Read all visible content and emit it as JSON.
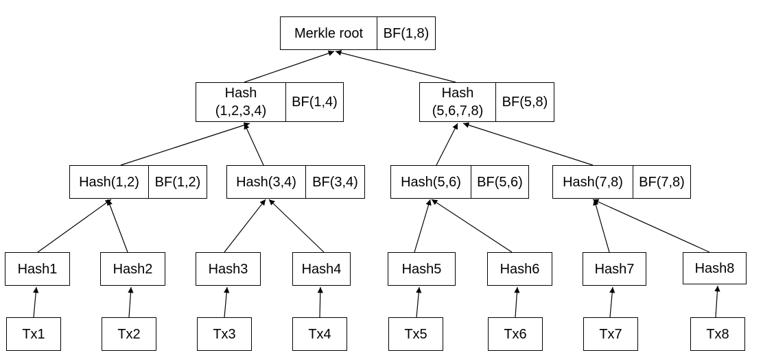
{
  "root": {
    "hash_label": "Merkle root",
    "bf_label": "BF(1,8)"
  },
  "level2": [
    {
      "hash_line1": "Hash",
      "hash_line2": "(1,2,3,4)",
      "bf_label": "BF(1,4)"
    },
    {
      "hash_line1": "Hash",
      "hash_line2": "(5,6,7,8)",
      "bf_label": "BF(5,8)"
    }
  ],
  "level3": [
    {
      "hash_label": "Hash(1,2)",
      "bf_label": "BF(1,2)"
    },
    {
      "hash_label": "Hash(3,4)",
      "bf_label": "BF(3,4)"
    },
    {
      "hash_label": "Hash(5,6)",
      "bf_label": "BF(5,6)"
    },
    {
      "hash_label": "Hash(7,8)",
      "bf_label": "BF(7,8)"
    }
  ],
  "leaf_hashes": [
    "Hash1",
    "Hash2",
    "Hash3",
    "Hash4",
    "Hash5",
    "Hash6",
    "Hash7",
    "Hash8"
  ],
  "transactions": [
    "Tx1",
    "Tx2",
    "Tx3",
    "Tx4",
    "Tx5",
    "Tx6",
    "Tx7",
    "Tx8"
  ]
}
